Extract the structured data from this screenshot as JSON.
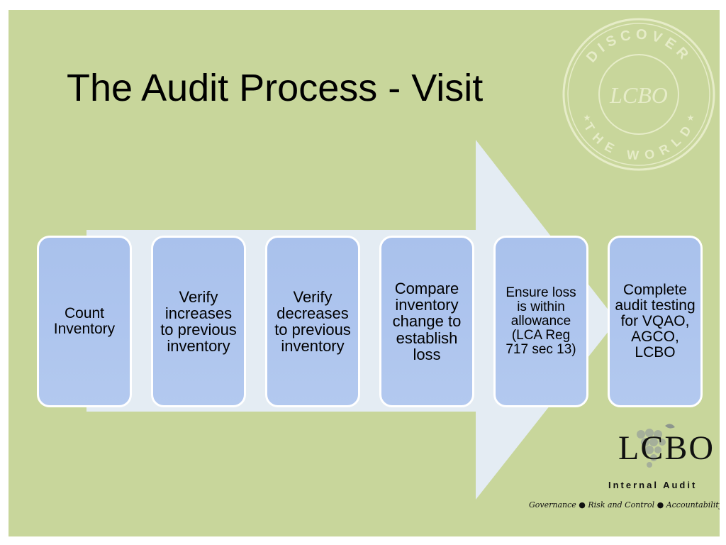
{
  "slide": {
    "title": "The Audit Process - Visit",
    "background": "#c8d69b"
  },
  "stamp": {
    "top_text": "DISCOVER",
    "bottom_text": "THE WORLD",
    "center_text": "LCBO"
  },
  "steps": [
    {
      "label": "Count Inventory"
    },
    {
      "label": "Verify increases to previous inventory"
    },
    {
      "label": "Verify decreases to previous inventory"
    },
    {
      "label": "Compare inventory change to establish loss"
    },
    {
      "label": "Ensure loss is within allowance (LCA Reg 717 sec 13)"
    },
    {
      "label": "Complete audit testing for VQAO, AGCO, LCBO"
    }
  ],
  "logo": {
    "name": "LCBO",
    "subtitle": "Internal Audit",
    "tagline": "Governance ● Risk and Control ● Accountability"
  },
  "colors": {
    "step_fill": "#aec5ee",
    "arrow_fill": "#e4ecf3"
  }
}
